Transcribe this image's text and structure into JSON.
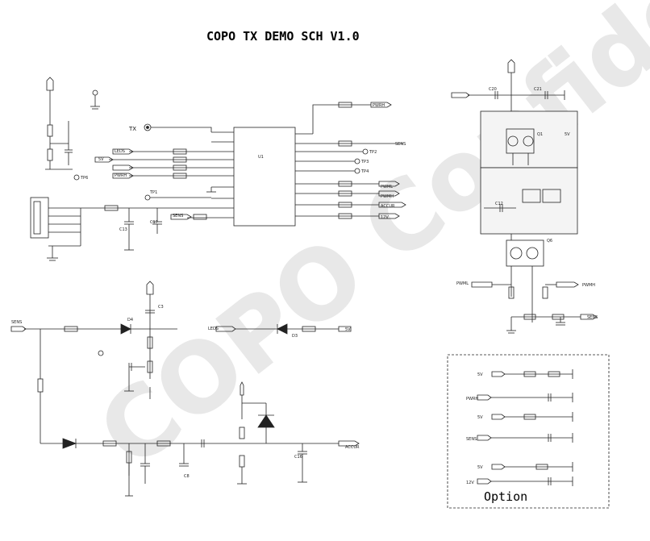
{
  "title": "COPO TX DEMO SCH V1.0",
  "watermark": {
    "text": "COPO Confiden",
    "color": "#e6e6e6"
  },
  "ic": {
    "designator": "U1"
  },
  "sheet_labels": {
    "tx": "TX",
    "v5": "5V",
    "pwrh": "PWRH",
    "pwml": "PWML",
    "pwmh": "PWMH",
    "sens": "SENS",
    "accur": "ACCUR",
    "leds": "LEDS",
    "v12": "12V",
    "option": "Option",
    "c13": "C13",
    "c17": "C17",
    "c3": "C3",
    "c16": "C16",
    "c8": "C8",
    "c20": "C20",
    "c21": "C21",
    "c12": "C12",
    "q1": "Q1",
    "q6": "Q6",
    "d4": "D4",
    "d3": "D3",
    "tp1": "TP1",
    "tp2": "TP2",
    "tp3": "TP3",
    "tp4": "TP4",
    "tp6": "TP6"
  },
  "colors": {
    "line": "#222222",
    "box_fill": "#f4f4f4",
    "option_border": "#333333"
  }
}
